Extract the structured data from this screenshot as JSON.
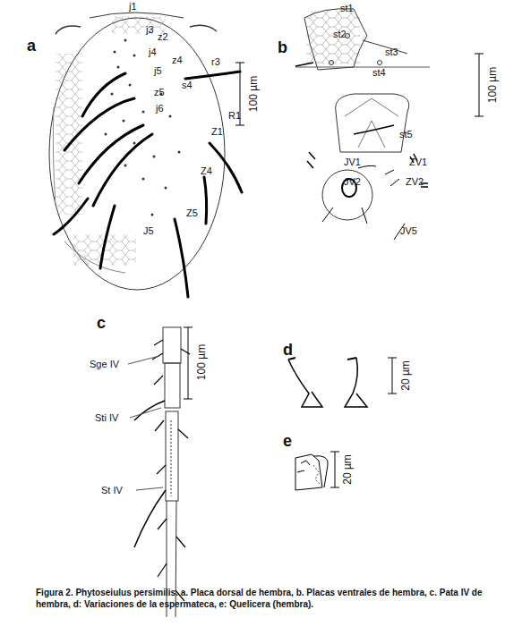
{
  "diagram": {
    "caption": "Figura 2. Phytoseiulus persimilis. a. Placa dorsal de hembra, b. Placas ventrales de hembra, c. Pata IV de hembra, d: Variaciones de la espermateca, e: Quelicera (hembra).",
    "labels": [
      "a",
      "j1",
      "j3",
      "z2",
      "j4",
      "z4",
      "r3",
      "j5",
      "s4",
      "z5",
      "j6",
      "Z1",
      "R1",
      "Z4",
      "Z5",
      "J5",
      "100 µm",
      "b",
      "st1",
      "st2",
      "st3",
      "st4",
      "st5",
      "100 µm",
      "JV1",
      "ZV1",
      "JV2",
      "ZV2",
      "JV5",
      "c",
      "Sge IV",
      "Sti IV",
      "St IV",
      "100 µm",
      "d",
      "20 µm",
      "e",
      "20 µm"
    ]
  }
}
